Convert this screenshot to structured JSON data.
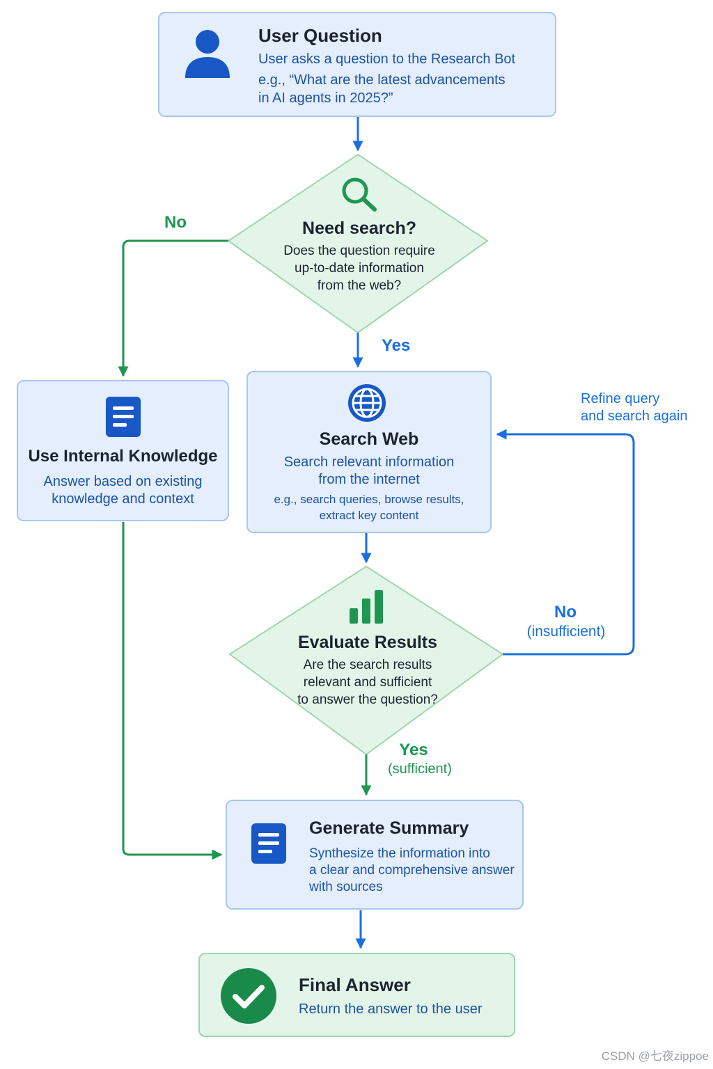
{
  "nodes": {
    "user_question": {
      "title": "User Question",
      "line1": "User asks a question to the Research Bot",
      "line2": "e.g., “What are the latest advancements",
      "line3": "in AI agents in 2025?”"
    },
    "need_search": {
      "title": "Need search?",
      "line1": "Does the question require",
      "line2": "up-to-date information",
      "line3": "from the web?"
    },
    "internal_knowledge": {
      "title": "Use Internal Knowledge",
      "line1": "Answer based on existing",
      "line2": "knowledge and context"
    },
    "search_web": {
      "title": "Search Web",
      "line1": "Search relevant information",
      "line2": "from the internet",
      "line3": "e.g., search queries, browse results,",
      "line4": "extract key content"
    },
    "evaluate": {
      "title": "Evaluate Results",
      "line1": "Are the search results",
      "line2": "relevant and sufficient",
      "line3": "to answer the question?"
    },
    "summary": {
      "title": "Generate Summary",
      "line1": "Synthesize the information into",
      "line2": "a clear and comprehensive answer",
      "line3": "with sources"
    },
    "final": {
      "title": "Final Answer",
      "line1": "Return the answer to the user"
    }
  },
  "edges": {
    "need_no": "No",
    "need_yes": "Yes",
    "refine_line1": "Refine query",
    "refine_line2": "and search again",
    "eval_no": "No",
    "eval_no_sub": "(insufficient)",
    "eval_yes": "Yes",
    "eval_yes_sub": "(sufficient)"
  },
  "colors": {
    "blue_arrow": "#1a6fe0",
    "green_arrow": "#1e9651",
    "blue_box": "#e4eefc",
    "green_box": "#e3f5e8"
  },
  "icons": {
    "user_question": "user-icon",
    "need_search": "search-icon",
    "internal_knowledge": "document-icon",
    "search_web": "globe-icon",
    "evaluate": "bar-chart-icon",
    "summary": "document-icon",
    "final": "checkmark-icon"
  },
  "watermark": "CSDN @七夜zippoe"
}
